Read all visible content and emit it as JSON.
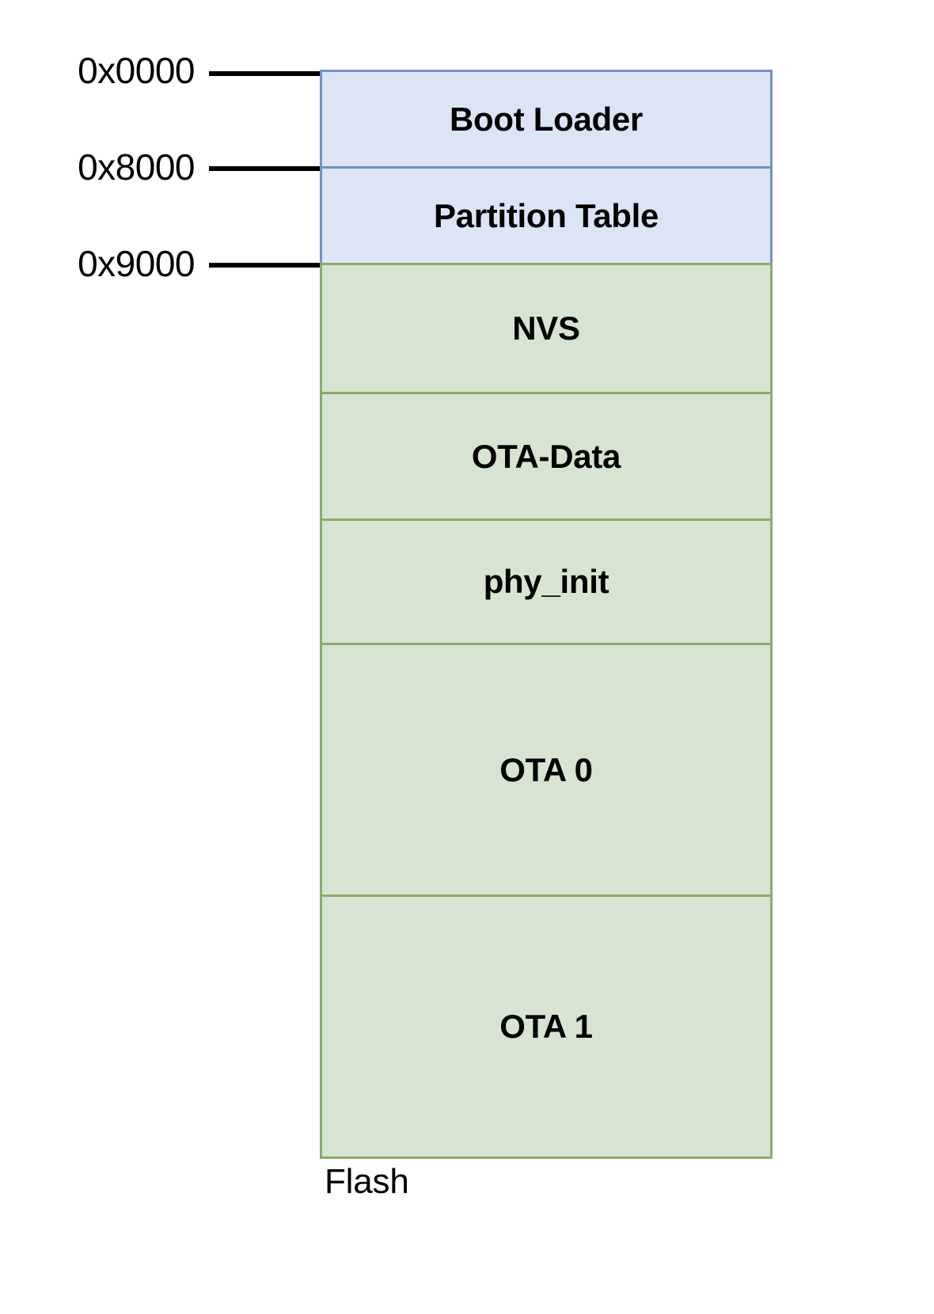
{
  "diagram": {
    "caption": "Flash",
    "colors": {
      "blue_fill": "#dce4f6",
      "blue_border": "#7491c2",
      "green_fill": "#d7e4d2",
      "green_border": "#88ac6c",
      "leader_line": "#000000",
      "text": "#000000",
      "background": "#ffffff"
    },
    "address_markers": [
      {
        "label": "0x0000",
        "boundary": "top-of-boot-loader"
      },
      {
        "label": "0x8000",
        "boundary": "top-of-partition-table"
      },
      {
        "label": "0x9000",
        "boundary": "top-of-nvs"
      }
    ],
    "blocks": [
      {
        "label": "Boot Loader",
        "group": "blue",
        "bold": true
      },
      {
        "label": "Partition Table",
        "group": "blue",
        "bold": true
      },
      {
        "label": "NVS",
        "group": "green",
        "bold": true
      },
      {
        "label": "OTA-Data",
        "group": "green",
        "bold": true
      },
      {
        "label": "phy_init",
        "group": "green",
        "bold": true
      },
      {
        "label": "OTA 0",
        "group": "green",
        "bold": true
      },
      {
        "label": "OTA 1",
        "group": "green",
        "bold": true
      }
    ]
  }
}
